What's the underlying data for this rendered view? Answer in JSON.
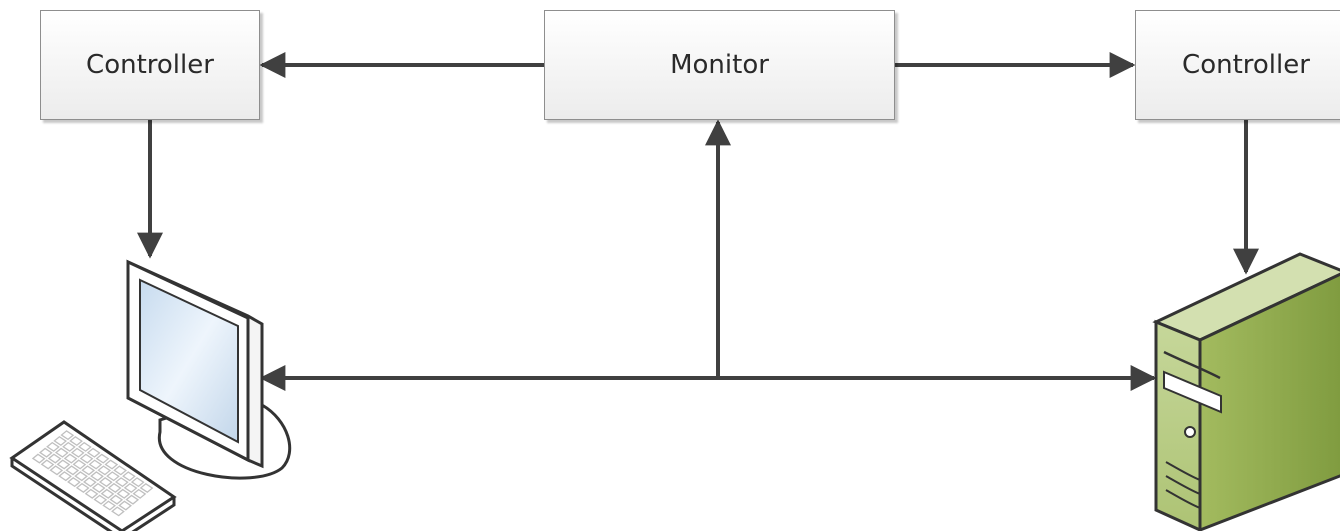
{
  "nodes": {
    "controller_left": "Controller",
    "monitor": "Monitor",
    "controller_right": "Controller"
  },
  "colors": {
    "arrow": "#404040",
    "box_border": "#8e8e8e",
    "screen": "#d6e6f5",
    "server_green": "#a9c26a",
    "server_dark": "#8aa64d"
  },
  "icons": {
    "workstation": "desktop-computer-icon",
    "keyboard": "keyboard-icon",
    "server": "server-tower-icon"
  }
}
